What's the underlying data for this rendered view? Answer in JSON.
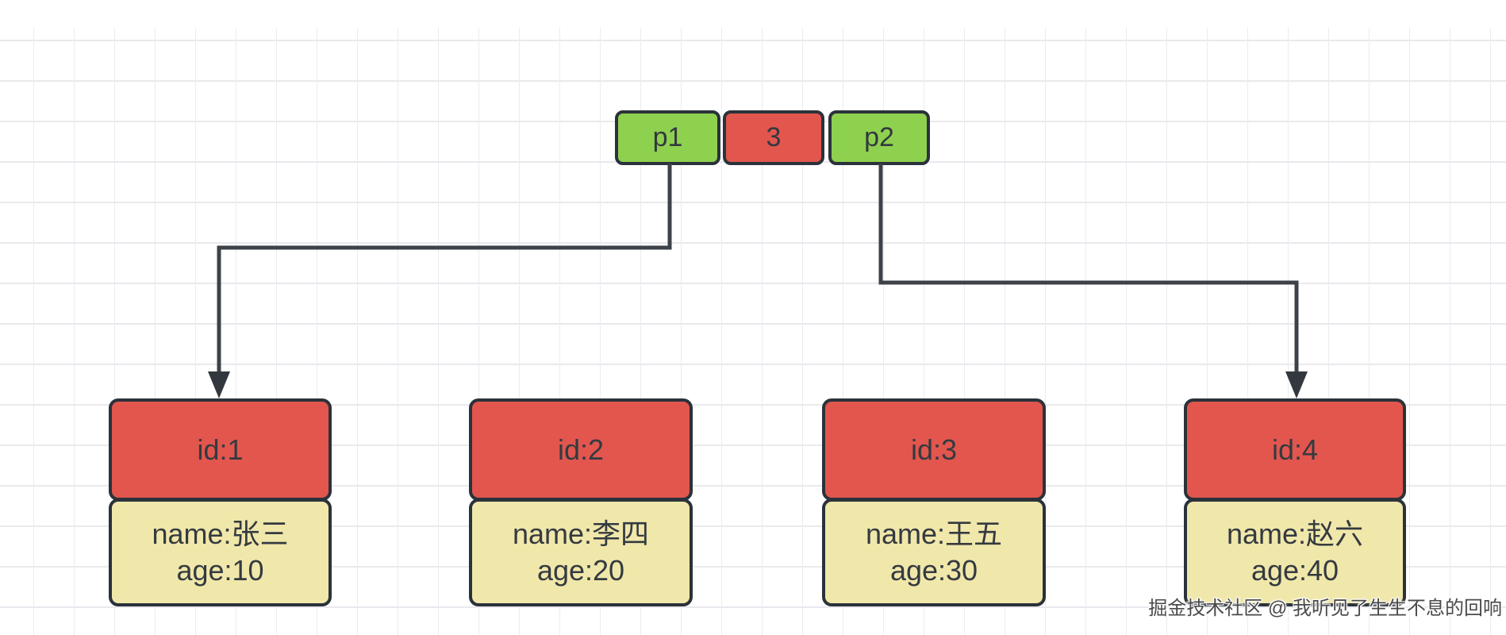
{
  "diagram": {
    "top_row": {
      "cells": [
        {
          "label": "p1",
          "role": "left-pointer"
        },
        {
          "label": "3",
          "role": "size-value"
        },
        {
          "label": "p2",
          "role": "right-pointer"
        }
      ]
    },
    "nodes": [
      {
        "id": "id:1",
        "name": "name:张三",
        "age": "age:10"
      },
      {
        "id": "id:2",
        "name": "name:李四",
        "age": "age:20"
      },
      {
        "id": "id:3",
        "name": "name:王五",
        "age": "age:30"
      },
      {
        "id": "id:4",
        "name": "name:赵六",
        "age": "age:40"
      }
    ],
    "connections": [
      {
        "from": "p1",
        "to": "id:1"
      },
      {
        "from": "p2",
        "to": "id:4"
      }
    ],
    "watermark": "掘金技术社区 @ 我听见了生生不息的回响",
    "colors": {
      "pointer_cell": "#8ed14f",
      "size_cell": "#e2564e",
      "node_header": "#e2564e",
      "node_body": "#f0e7aa",
      "stroke": "#2b323a",
      "connector": "#3d4248",
      "grid_line": "#ececf0"
    }
  }
}
